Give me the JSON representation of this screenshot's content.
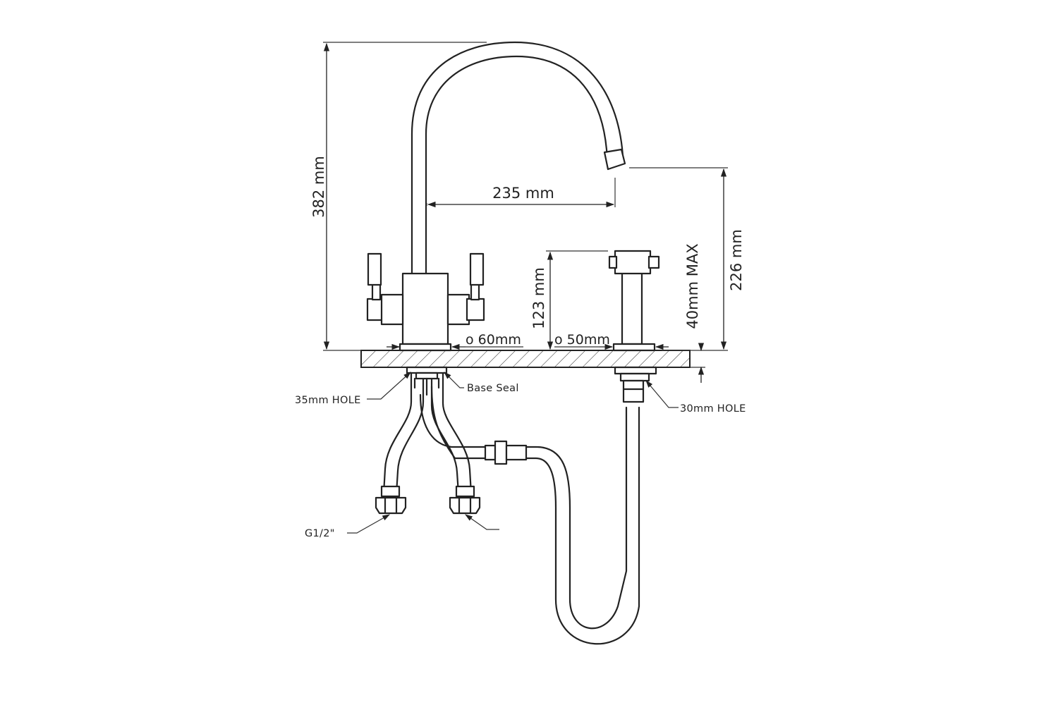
{
  "dimensions": {
    "height_total": "382 mm",
    "spout_reach": "235 mm",
    "spout_height": "226 mm",
    "spray_height": "123 mm",
    "deck_thickness": "40mm MAX",
    "base_diameter_tap": "o 60mm",
    "base_diameter_spray": "o 50mm"
  },
  "callouts": {
    "tap_hole": "35mm HOLE",
    "base_seal": "Base Seal",
    "spray_hole": "30mm HOLE",
    "thread": "G1/2\""
  },
  "colors": {
    "line": "#222222",
    "background": "#ffffff"
  }
}
